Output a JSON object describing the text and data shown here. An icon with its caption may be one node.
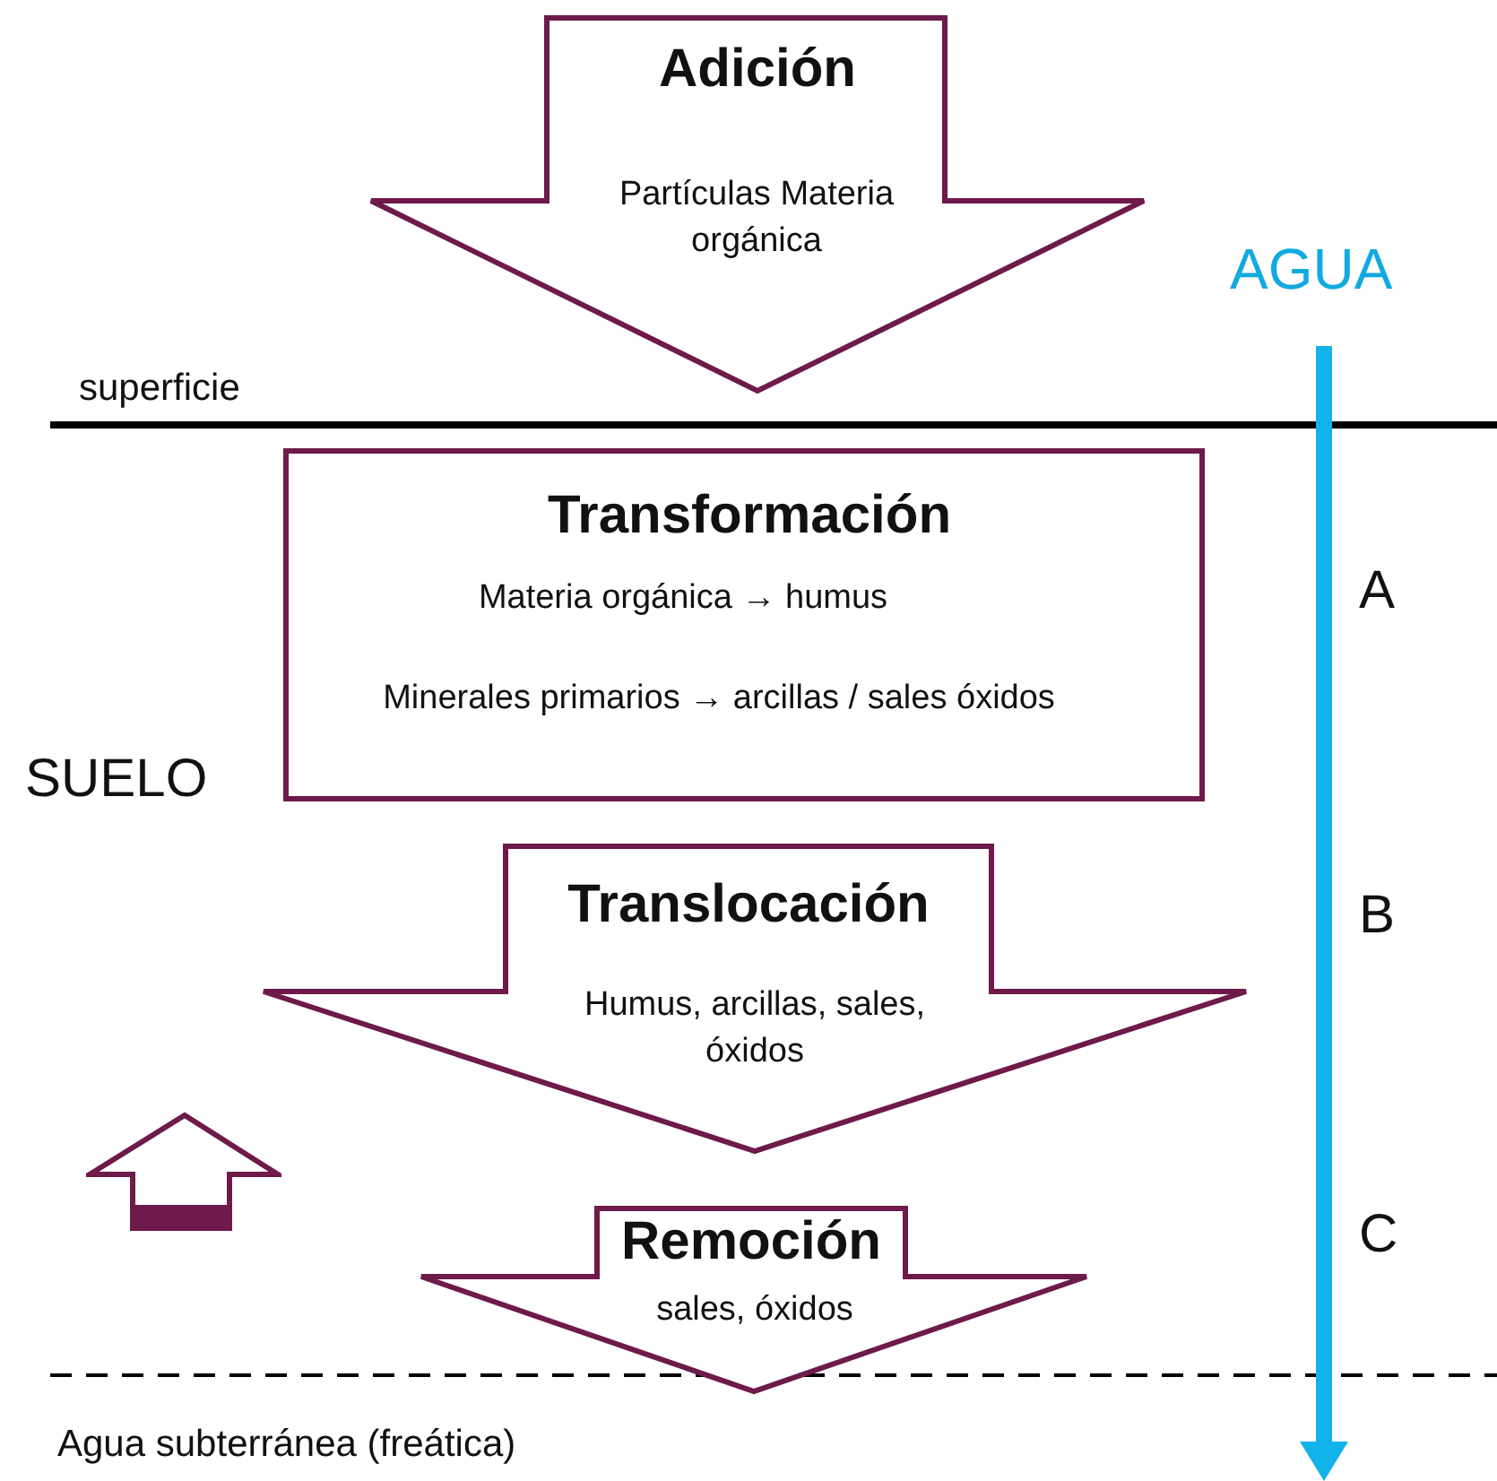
{
  "diagram": {
    "nodes": [
      {
        "text": [
          "Adición",
          "Partículas Materia orgánica"
        ]
      },
      {
        "text": [
          "Transformación",
          "Materia orgánica → humus",
          "Minerales primarios → arcillas / sales óxidos"
        ]
      },
      {
        "text": [
          "Translocación",
          "Humus, arcillas, sales, óxidos"
        ]
      },
      {
        "text": [
          "Remoción",
          "sales, óxidos"
        ]
      },
      {
        "text": [],
        "shape": "arrow"
      }
    ],
    "labels": [
      "AGUA",
      "superficie",
      "A",
      "SUELO",
      "B",
      "C",
      "Agua subterránea (freática)"
    ]
  }
}
